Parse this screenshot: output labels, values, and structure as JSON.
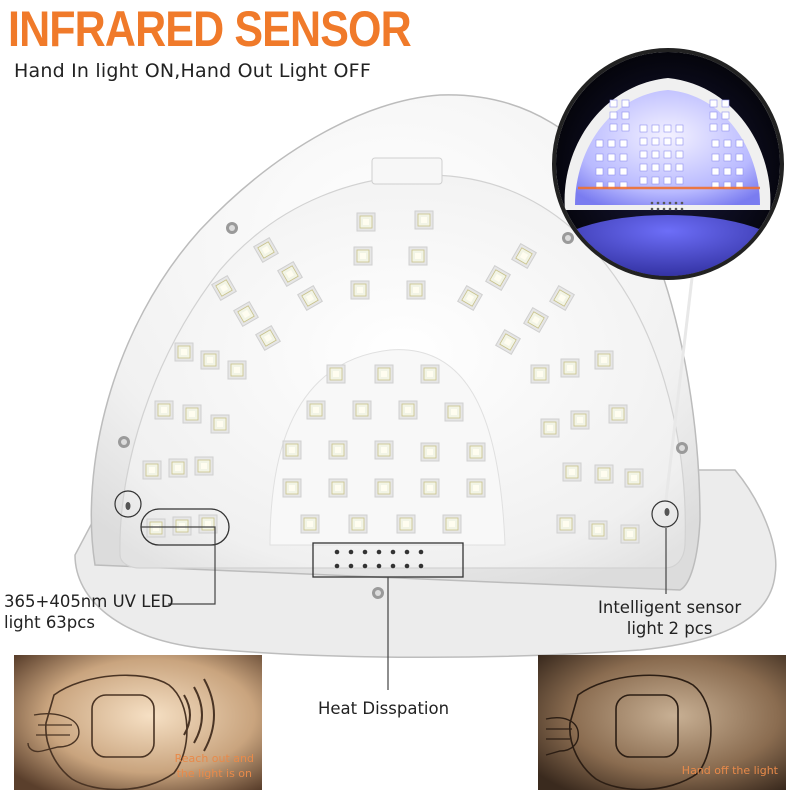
{
  "header": {
    "title": "INFRARED SENSOR",
    "subtitle": "Hand In light ON,Hand Out Light OFF"
  },
  "callouts": {
    "led": {
      "line1": "365+405nm UV LED",
      "line2": "light 63pcs"
    },
    "sensor": {
      "line1": "Intelligent sensor",
      "line2": "light 2 pcs"
    },
    "heat": "Heat Disspation"
  },
  "photos": {
    "left": {
      "line1": "Reach out and",
      "line2": "the light is on"
    },
    "right": {
      "caption": "Hand off the light"
    }
  },
  "colors": {
    "accent": "#f07a2a",
    "caption": "#e88a4a",
    "lamp_body": "#f4f4f4",
    "uv_glow": "#5a5cf0",
    "led": "#f2f4e6"
  },
  "icons": [
    "infrared-wave-icon",
    "hand-icon",
    "screw-icon",
    "sensor-icon"
  ]
}
